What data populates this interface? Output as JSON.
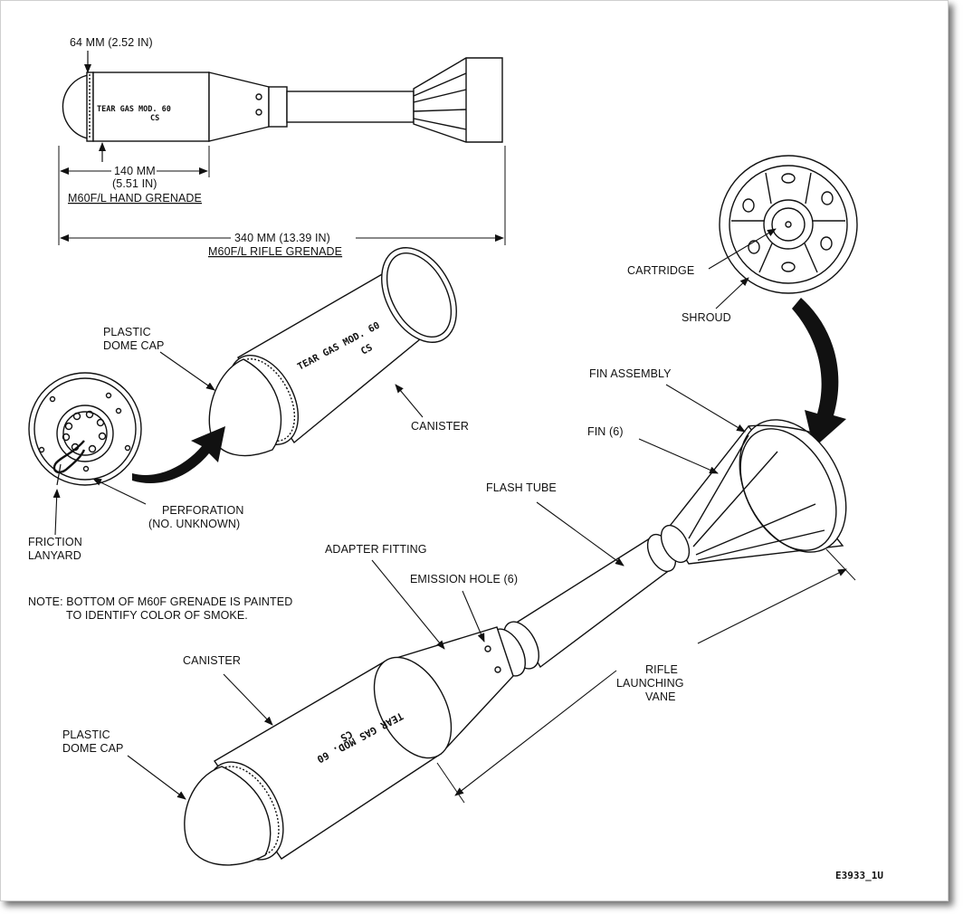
{
  "figure": {
    "top_view": {
      "dim_diameter": "64 MM (2.52 IN)",
      "dim_hand_length": "140 MM",
      "dim_hand_length_in": "(5.51 IN)",
      "hand_grenade_caption": "M60F/L HAND GRENADE",
      "dim_rifle_length": "340 MM (13.39 IN)",
      "rifle_grenade_caption": "M60F/L RIFLE GRENADE",
      "stencil_line1": "TEAR GAS MOD. 60",
      "stencil_line2": "CS"
    },
    "hand_grenade": {
      "plastic_dome_cap": [
        "PLASTIC",
        "DOME CAP"
      ],
      "canister": "CANISTER",
      "stencil_line1": "TEAR GAS MOD. 60",
      "stencil_line2": "CS",
      "friction_lanyard": [
        "FRICTION",
        "LANYARD"
      ],
      "perforation": [
        "PERFORATION",
        "(NO. UNKNOWN)"
      ]
    },
    "note": [
      "NOTE: BOTTOM OF M60F GRENADE IS PAINTED",
      "TO IDENTIFY COLOR OF SMOKE."
    ],
    "rifle_grenade": {
      "cartridge": "CARTRIDGE",
      "shroud": "SHROUD",
      "fin_assembly": "FIN ASSEMBLY",
      "fin": "FIN (6)",
      "flash_tube": "FLASH TUBE",
      "adapter_fitting": "ADAPTER FITTING",
      "emission_hole": "EMISSION HOLE (6)",
      "canister": "CANISTER",
      "plastic_dome_cap": [
        "PLASTIC",
        "DOME CAP"
      ],
      "rifle_launching_vane": [
        "RIFLE",
        "LAUNCHING",
        "VANE"
      ],
      "stencil_line1": "TEAR GAS MOD. 60",
      "stencil_line2": "CS"
    },
    "figure_id": "E3933_1U"
  }
}
